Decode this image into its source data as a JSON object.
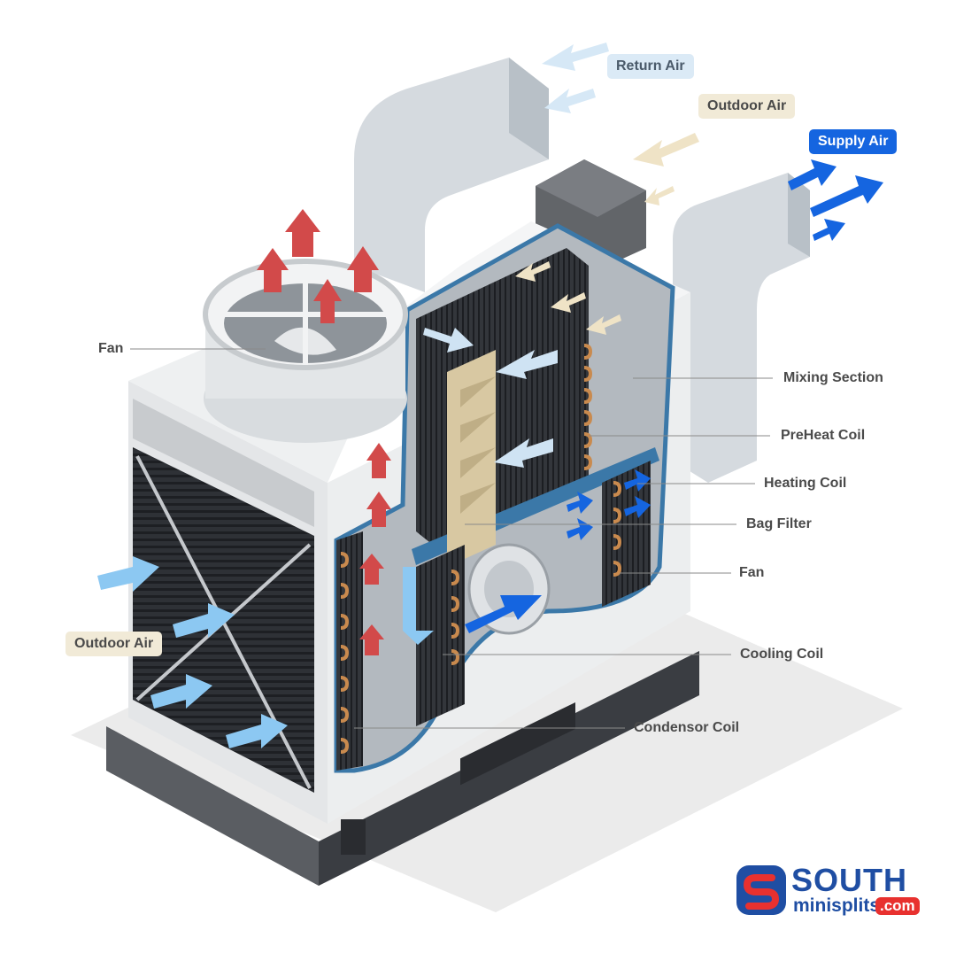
{
  "labels": {
    "return_air": "Return Air",
    "outdoor_air_top": "Outdoor Air",
    "supply_air": "Supply Air",
    "fan_top": "Fan",
    "mixing_section": "Mixing Section",
    "preheat_coil": "PreHeat Coil",
    "heating_coil": "Heating Coil",
    "bag_filter": "Bag Filter",
    "fan_inner": "Fan",
    "outdoor_air_left": "Outdoor Air",
    "cooling_coil": "Cooling Coil",
    "condensor_coil": "Condensor Coil"
  },
  "logo": {
    "brand": "SOUTH",
    "sub": "minisplits",
    "tld": ".com"
  },
  "colors": {
    "hot_air": "#d24a4a",
    "cool_air": "#8cc8f2",
    "supply_air": "#1565e0",
    "return_air": "#cfe3f3",
    "outdoor_air": "#efe3c6",
    "insulation_edge": "#3b78a8",
    "logo_blue": "#1f4ea3",
    "logo_red": "#e8312f"
  }
}
